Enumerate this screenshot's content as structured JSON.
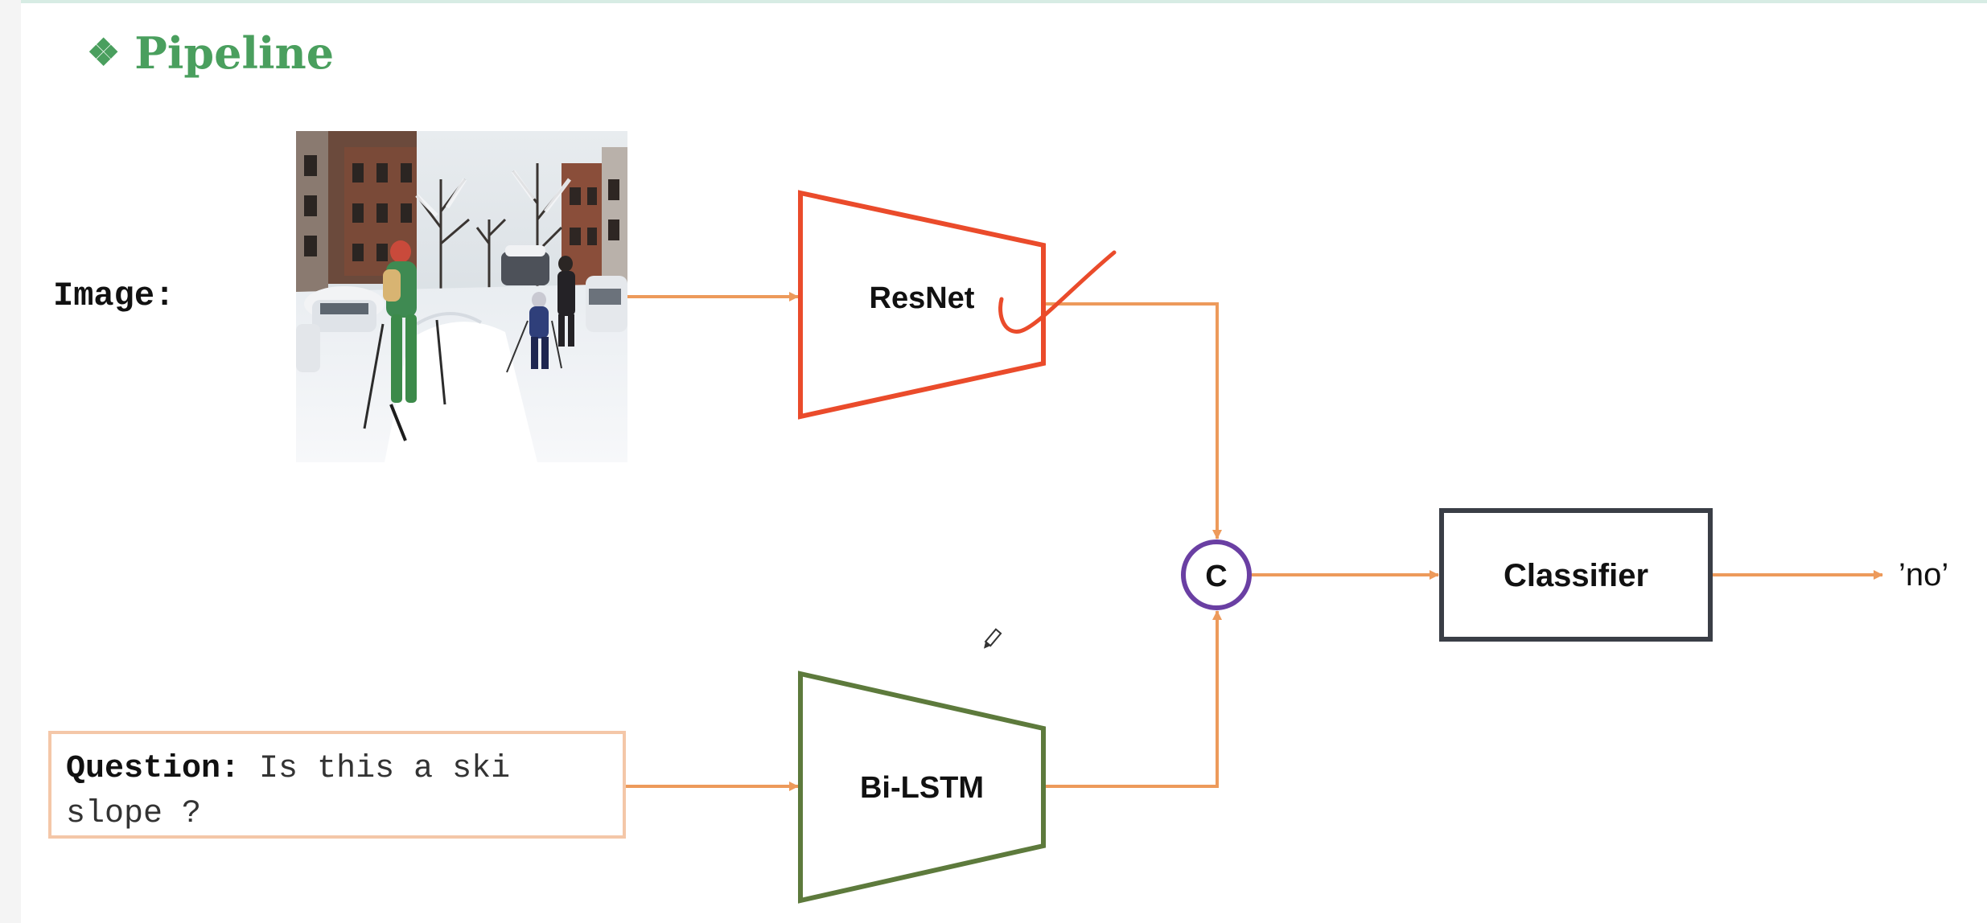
{
  "slide": {
    "title": "Pipeline",
    "title_bullet": "❖"
  },
  "inputs": {
    "image_label": "Image:",
    "question_prefix": "Question:",
    "question_text": " Is this a ski slope ?"
  },
  "nodes": {
    "resnet": "ResNet",
    "bilstm": "Bi-LSTM",
    "concat": "C",
    "classifier": "Classifier",
    "output": "’no’"
  },
  "colors": {
    "title": "#4a9f5e",
    "arrow": "#ed9a5b",
    "resnet_border": "#ea4b2b",
    "bilstm_border": "#5d7a3c",
    "concat_border": "#6a3fa3",
    "classifier_border": "#3a3e46",
    "annotation": "#ea4b2b",
    "question_border": "#f4c7a8"
  }
}
